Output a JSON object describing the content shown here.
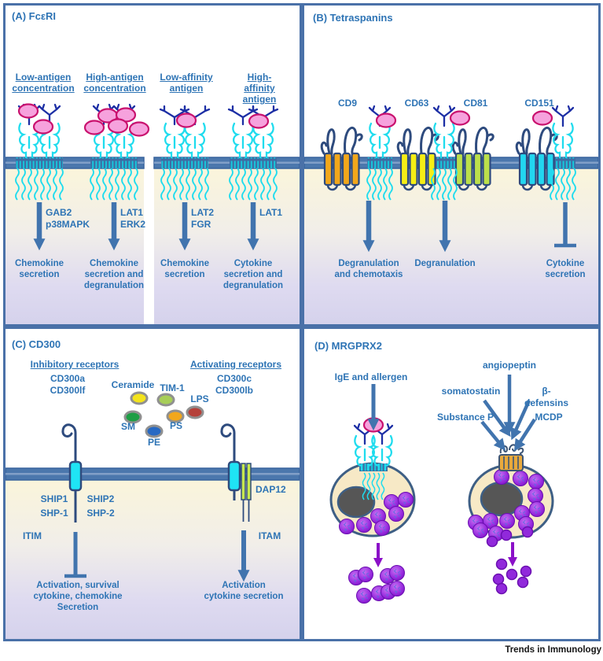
{
  "credit": "Trends in Immunology",
  "panelA": {
    "title": "(A) FcεRI",
    "col1": {
      "header": "Low-antigen\nconcentration",
      "signals": "GAB2\np38MAPK",
      "outcome": "Chemokine\nsecretion"
    },
    "col2": {
      "header": "High-antigen\nconcentration",
      "signals": "LAT1\nERK2",
      "outcome": "Chemokine\nsecretion and\ndegranulation"
    },
    "col3": {
      "header": "Low-affinity\nantigen",
      "signals": "LAT2\nFGR",
      "outcome": "Chemokine\nsecretion"
    },
    "col4": {
      "header": "High-affinity\nantigen",
      "signals": "LAT1",
      "outcome": "Cytokine\nsecretion and\ndegranulation"
    }
  },
  "panelB": {
    "title": "(B) Tetraspanins",
    "cd9": "CD9",
    "cd63": "CD63",
    "cd81": "CD81",
    "cd151": "CD151",
    "colors": {
      "cd9": "#F2A71B",
      "cd63": "#F6EE15",
      "cd81": "#BCE04A",
      "cd151": "#22D7F0"
    },
    "outcome1": "Degranulation\nand chemotaxis",
    "outcome2": "Degranulation",
    "outcome3": "Cytokine\nsecretion"
  },
  "panelC": {
    "title": "(C) CD300",
    "inhibitoryHeader": "Inhibitory receptors",
    "activatingHeader": "Activating receptors",
    "inhibitoryReceptors": "CD300a\nCD300lf",
    "activatingReceptors": "CD300c\nCD300lb",
    "ligands": {
      "ceramide": "Ceramide",
      "tim1": "TIM-1",
      "lps": "LPS",
      "sm": "SM",
      "ps": "PS",
      "pe": "PE"
    },
    "ligandColors": {
      "ceramide": "#F3E31C",
      "tim1": "#A7CE58",
      "lps": "#B5413A",
      "sm": "#1E9E45",
      "ps": "#F2A71B",
      "pe": "#2769C3"
    },
    "ship1": "SHIP1",
    "ship2": "SHIP2",
    "shp1": "SHP-1",
    "shp2": "SHP-2",
    "itim": "ITIM",
    "itam": "ITAM",
    "dap12": "DAP12",
    "inhibOutcome": "Activation, survival\ncytokine, chemokine\nSecretion",
    "activOutcome": "Activation\ncytokine secretion"
  },
  "panelD": {
    "title": "(D) MRGPRX2",
    "leftStimulus": "IgE and allergen",
    "stimTop": "angiopeptin",
    "stimMidLeft": "somatostatin",
    "stimMidRight": "β-defensins",
    "stimLowLeft": "Substance P",
    "stimLowRight": "MCDP"
  }
}
